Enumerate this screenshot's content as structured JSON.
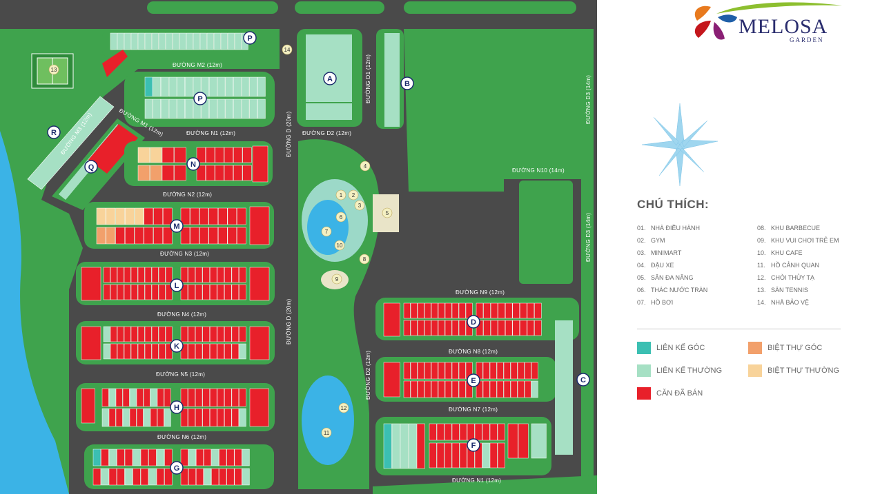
{
  "colors": {
    "green": "#3fa34d",
    "dark_green": "#2b8a3e",
    "road": "#4a4a4a",
    "sold": "#e8202a",
    "corner_townhouse": "#3bbfb2",
    "regular_townhouse": "#a6e0c4",
    "corner_villa": "#f2a06b",
    "regular_villa": "#f8d39a",
    "water": "#3bb3e6",
    "brand": "#2a2d6e"
  },
  "brand": {
    "name": "MELOSA",
    "sub": "GARDEN"
  },
  "roads": [
    {
      "id": "m2",
      "label": "ĐƯỜNG M2 (12m)"
    },
    {
      "id": "m1",
      "label": "ĐƯỜNG M1 (12m)"
    },
    {
      "id": "m3",
      "label": "ĐƯỜNG M3 (12m)"
    },
    {
      "id": "n1-top",
      "label": "ĐƯỜNG N1 (12m)"
    },
    {
      "id": "n2",
      "label": "ĐƯỜNG N2 (12m)"
    },
    {
      "id": "n3",
      "label": "ĐƯỜNG N3 (12m)"
    },
    {
      "id": "n4",
      "label": "ĐƯỜNG N4 (12m)"
    },
    {
      "id": "n5",
      "label": "ĐƯỜNG N5 (12m)"
    },
    {
      "id": "n6",
      "label": "ĐƯỜNG N6 (12m)"
    },
    {
      "id": "d-top",
      "label": "ĐƯỜNG D (20m)"
    },
    {
      "id": "d-bottom",
      "label": "ĐƯỜNG D (20m)"
    },
    {
      "id": "d1",
      "label": "ĐƯỜNG D1 (12m)"
    },
    {
      "id": "d2-top",
      "label": "ĐƯỜNG D2 (12m)"
    },
    {
      "id": "d2-side",
      "label": "ĐƯỜNG D2 (12m)"
    },
    {
      "id": "d3-top",
      "label": "ĐƯỜNG D3 (14m)"
    },
    {
      "id": "d3-bottom",
      "label": "ĐƯỜNG D3 (14m)"
    },
    {
      "id": "n10",
      "label": "ĐƯỜNG N10 (14m)"
    },
    {
      "id": "n9",
      "label": "ĐƯỜNG N9 (12m)"
    },
    {
      "id": "n8",
      "label": "ĐƯỜNG N8 (12m)"
    },
    {
      "id": "n7",
      "label": "ĐƯỜNG N7 (12m)"
    },
    {
      "id": "n1-bottom",
      "label": "ĐƯỜNG N1 (12m)"
    }
  ],
  "zones": [
    "A",
    "B",
    "C",
    "D",
    "E",
    "F",
    "G",
    "H",
    "K",
    "L",
    "M",
    "N",
    "P",
    "P",
    "Q",
    "R"
  ],
  "amenity_markers": [
    "1",
    "2",
    "3",
    "4",
    "5",
    "6",
    "7",
    "8",
    "9",
    "10",
    "11",
    "12",
    "13",
    "14"
  ],
  "legend": {
    "title": "CHÚ THÍCH:",
    "amenities": [
      {
        "num": "01.",
        "name": "NHÀ ĐIỀU HÀNH"
      },
      {
        "num": "02.",
        "name": "GYM"
      },
      {
        "num": "03.",
        "name": "MINIMART"
      },
      {
        "num": "04.",
        "name": "ĐẬU XE"
      },
      {
        "num": "05.",
        "name": "SÂN ĐA NĂNG"
      },
      {
        "num": "06.",
        "name": "THÁC NƯỚC TRÀN"
      },
      {
        "num": "07.",
        "name": "HỒ BƠI"
      },
      {
        "num": "08.",
        "name": "KHU BARBECUE"
      },
      {
        "num": "09.",
        "name": "KHU VUI CHƠI TRẺ EM"
      },
      {
        "num": "10.",
        "name": "KHU CAFE"
      },
      {
        "num": "11.",
        "name": "HỒ CẢNH QUAN"
      },
      {
        "num": "12.",
        "name": "CHÒI THỦY TẠ"
      },
      {
        "num": "13.",
        "name": "SÂN TENNIS"
      },
      {
        "num": "14.",
        "name": "NHÀ BẢO VỆ"
      }
    ],
    "keys": [
      {
        "label": "LIÊN KẾ GÓC",
        "color_key": "corner_townhouse"
      },
      {
        "label": "BIỆT THỰ GÓC",
        "color_key": "corner_villa"
      },
      {
        "label": "LIÊN KẾ THƯỜNG",
        "color_key": "regular_townhouse"
      },
      {
        "label": "BIỆT THỰ THƯỜNG",
        "color_key": "regular_villa"
      },
      {
        "label": "CĂN ĐÃ BÁN",
        "color_key": "sold"
      }
    ]
  }
}
